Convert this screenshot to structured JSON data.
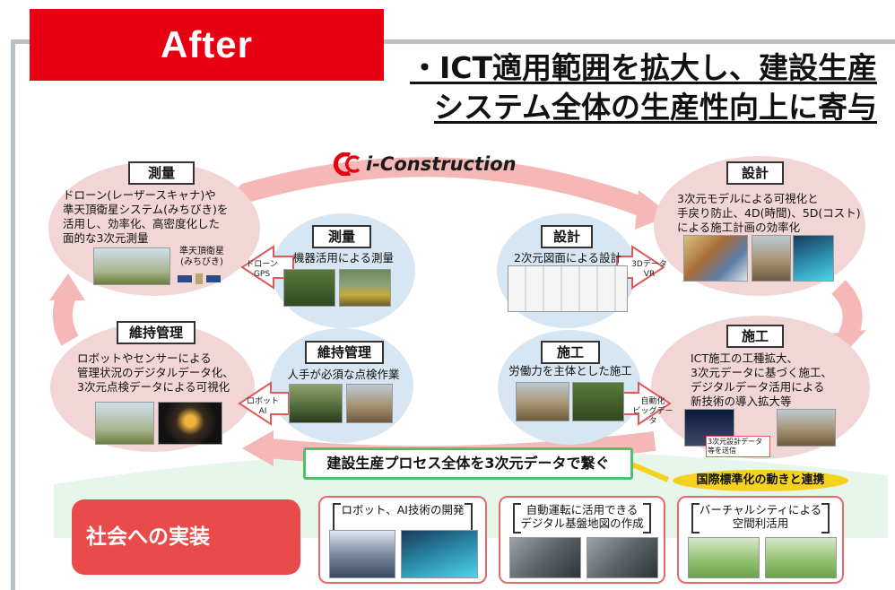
{
  "header": {
    "tab_label": "After",
    "headline_line1": "・ICT適用範囲を拡大し、建設生産",
    "headline_line2": "システム全体の生産性向上に寄与"
  },
  "logo": {
    "text": "i-Construction"
  },
  "outer": {
    "survey": {
      "label": "測量",
      "desc": [
        "ドローン(レーザースキャナ)や",
        "準天頂衛星システム(みちびき)を",
        "活用し、効率化、高密度化した",
        "面的な3次元測量"
      ],
      "satellite_caption": [
        "準天頂衛星",
        "(みちびき)"
      ]
    },
    "design": {
      "label": "設計",
      "desc": [
        "3次元モデルによる可視化と",
        "手戻り防止、4D(時間)、5D(コスト)",
        "による施工計画の効率化"
      ]
    },
    "construction": {
      "label": "施工",
      "desc": [
        "ICT施工の工種拡大、",
        "3次元データに基づく施工、",
        "デジタルデータ活用による",
        "新技術の導入拡大等"
      ],
      "photo_caption": "3次元設計データ等を送信"
    },
    "maintenance": {
      "label": "維持管理",
      "desc": [
        "ロボットやセンサーによる",
        "管理状況のデジタルデータ化、",
        "3次元点検データによる可視化"
      ]
    }
  },
  "inner": {
    "survey": {
      "label": "測量",
      "desc": "機器活用による測量"
    },
    "design": {
      "label": "設計",
      "desc": "2次元図面による設計"
    },
    "construction": {
      "label": "施工",
      "desc": "労働力を主体とした施工"
    },
    "maintenance": {
      "label": "維持管理",
      "desc": "人手が必須な点検作業"
    }
  },
  "arrow_tags": {
    "survey": [
      "ドローン",
      "GPS"
    ],
    "design": [
      "3Dデータ",
      "VR"
    ],
    "construction": [
      "自動化",
      "ビッグデータ"
    ],
    "maintenance": [
      "ロボット",
      "AI"
    ]
  },
  "banner": {
    "text": "建設生産プロセス全体を3次元データで繋ぐ"
  },
  "intl": {
    "text": "国際標準化の動きと連携"
  },
  "society": {
    "label": "社会への実装",
    "cards": [
      {
        "title": [
          "ロボット、AI技術の開発"
        ]
      },
      {
        "title": [
          "自動運転に活用できる",
          "デジタル基盤地図の作成"
        ]
      },
      {
        "title": [
          "バーチャルシティによる",
          "空間利活用"
        ]
      }
    ]
  },
  "colors": {
    "accent_red": "#e60012",
    "pink_circle": "#f2d6d6",
    "blue_circle": "#d6e6f2",
    "green_banner": "#4ec16a",
    "yellow": "#f5d21f",
    "arrow_pink": "#f28c8c"
  }
}
